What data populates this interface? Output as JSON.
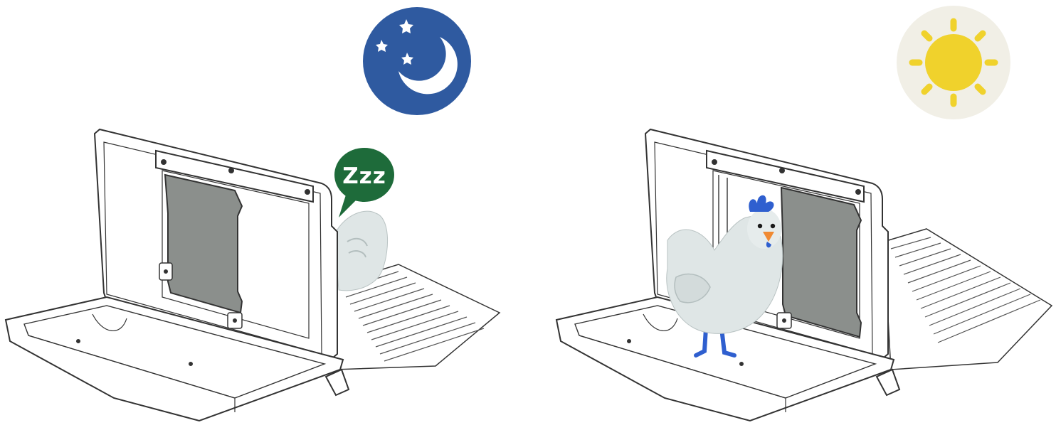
{
  "scenes": [
    {
      "id": "night",
      "sky_icon": "moon-stars-icon",
      "door_state": "closed",
      "hen_state": "sleeping"
    },
    {
      "id": "day",
      "sky_icon": "sun-icon",
      "door_state": "open",
      "hen_state": "awake"
    }
  ],
  "speech_bubble": {
    "text": "Zzz"
  },
  "colors": {
    "night_badge": "#2f5aa0",
    "day_badge": "#f1efe6",
    "sun": "#f0d22c",
    "bubble": "#1e6b3a",
    "door_window": "#8b8f8c",
    "hen_body": "#dfe6e6",
    "hen_crest_legs": "#2f5fcf",
    "hen_beak": "#f08a33",
    "outline": "#333333"
  }
}
